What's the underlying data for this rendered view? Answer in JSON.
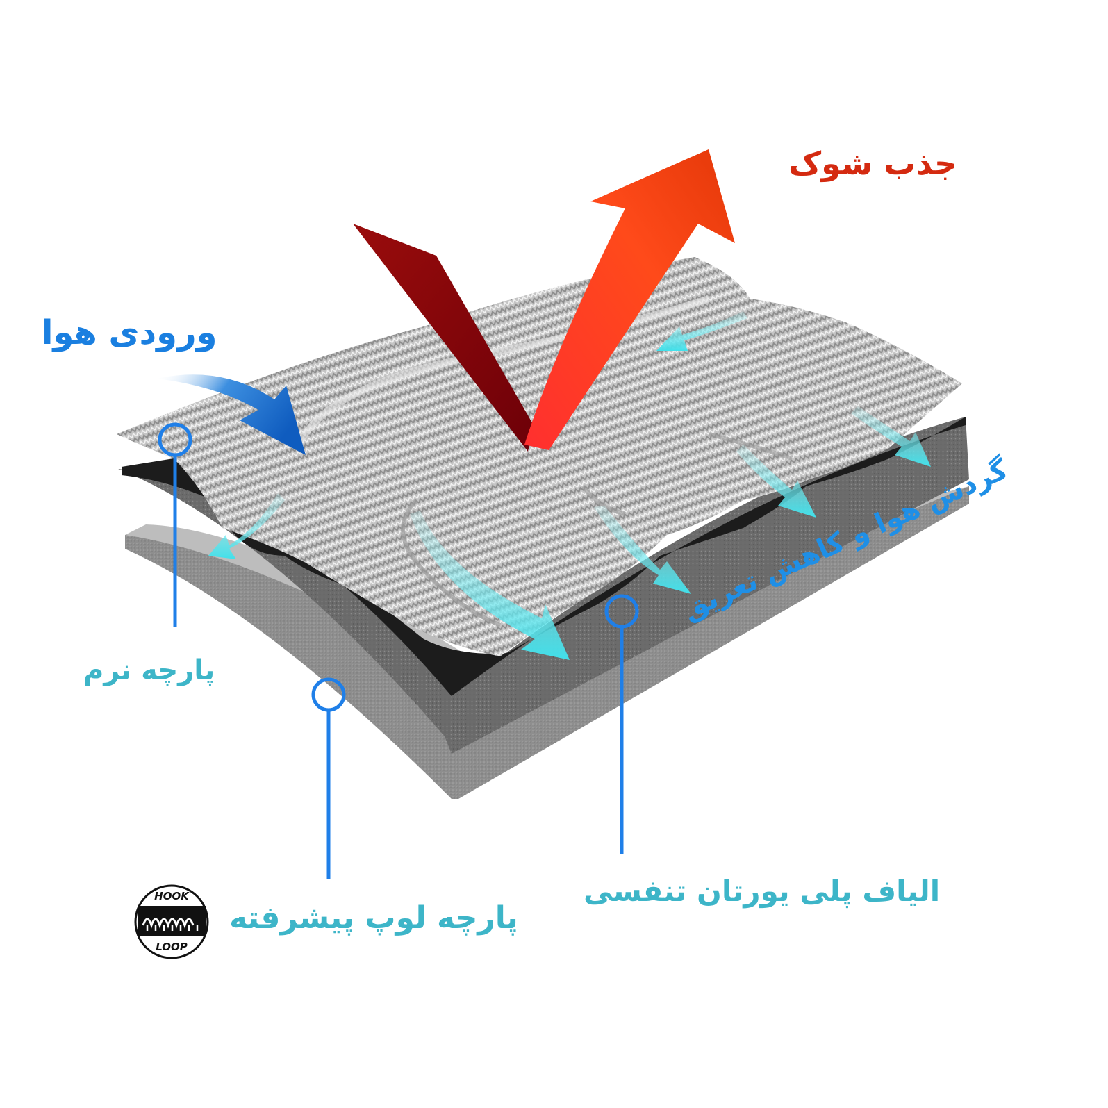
{
  "labels": {
    "shock_absorption": "جذب شوک",
    "air_inlet": "ورودی هوا",
    "soft_fabric": "پارچه نرم",
    "air_circulation": "گردش هوا و کاهش تعریق",
    "advanced_loop_fabric": "پارچه لوپ پیشرفته",
    "breathable_pu_fiber": "الیاف پلی یورتان تنفسی"
  },
  "badge": {
    "top_text": "HOOK",
    "bottom_text": "LOOP"
  },
  "colors": {
    "shock_label": "#d42a10",
    "air_inlet_label": "#1a7fe0",
    "callout_label": "#3db5c8",
    "callout_line": "#1f7fe8",
    "airflow_arrow": "#4fe3ec",
    "inlet_arrow": "#1565c8",
    "shock_arrow_in": "#7a0006",
    "shock_arrow_out": "#ff4a1a",
    "fabric": "#b9b9b9",
    "foam_dark": "#2c2c2c",
    "foam_mid": "#6e6e6e",
    "base_layer": "#8a8a8a"
  },
  "icons": [
    "shock-arrow-icon",
    "air-inlet-arrow-icon",
    "airflow-arrow-icon",
    "hook-loop-badge-icon"
  ]
}
